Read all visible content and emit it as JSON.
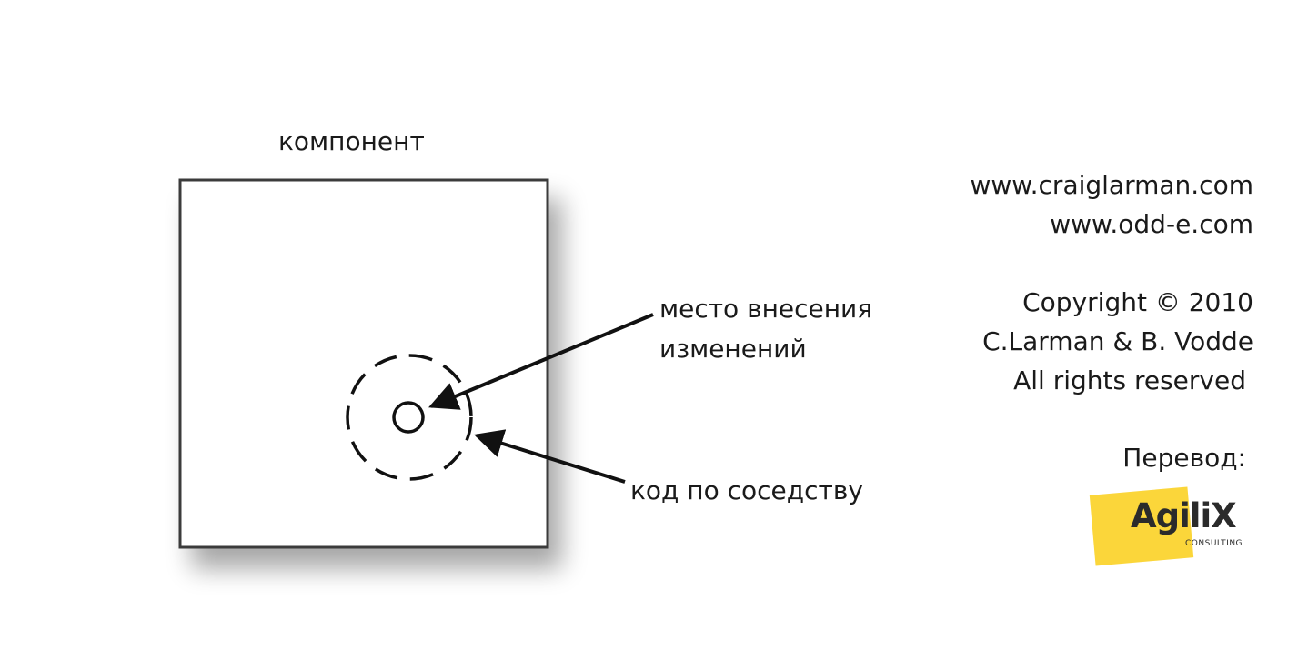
{
  "diagram": {
    "component_title": "компонент",
    "change_point_label": [
      "место внесения",
      "изменений"
    ],
    "neighbor_code_label": "код по соседству"
  },
  "credits": {
    "site1": "www.craiglarman.com",
    "site2": "www.odd-e.com",
    "copyright": "Copyright © 2010",
    "authors": "C.Larman & B. Vodde",
    "rights": "All rights reserved"
  },
  "translation": {
    "label": "Перевод:",
    "logo_text": "AgiliX",
    "logo_subtext": "CONSULTING",
    "logo_color": "#fbd63a"
  }
}
